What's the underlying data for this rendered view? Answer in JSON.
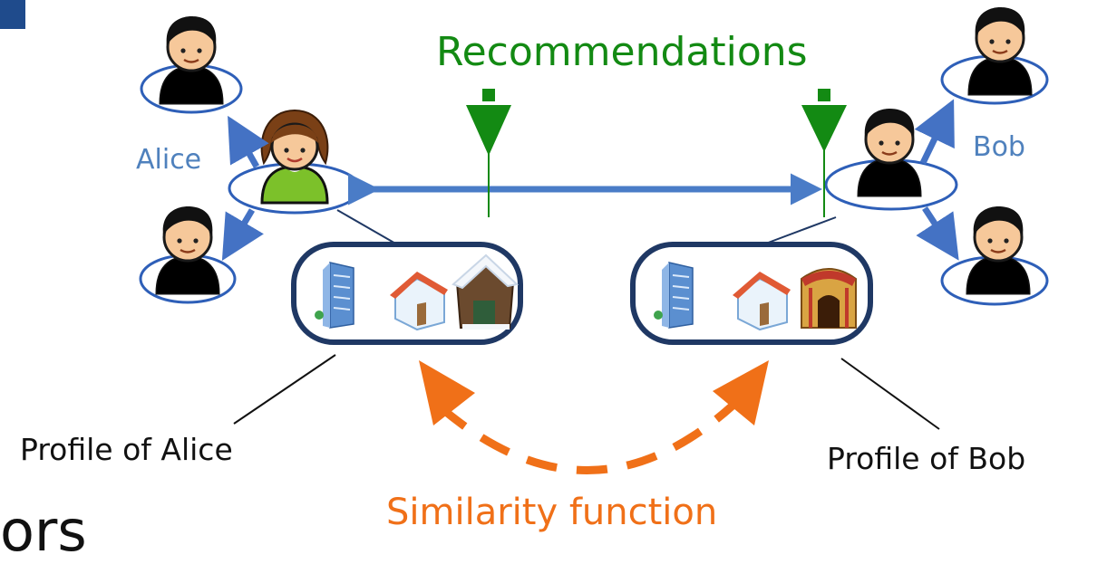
{
  "labels": {
    "recommendations": "Recommendations",
    "alice": "Alice",
    "bob": "Bob",
    "profile_alice": "Profile of Alice",
    "profile_bob": "Profile of Bob",
    "similarity": "Similarity function",
    "cut_off_text": "ors"
  },
  "colors": {
    "user_link": "#4472c4",
    "ellipse": "#2e5fb8",
    "profile_border": "#1f3864",
    "recommend_arrow": "#138a13",
    "similarity_arrow": "#f07018",
    "name_text": "#4f81bd"
  },
  "icons": {
    "users": [
      "user-red-shirt-icon",
      "user-suit-icon",
      "user-red-shirt-icon",
      "user-blue-shirt-icon"
    ],
    "alice_avatar": "user-female-green-icon",
    "bob_avatar": "user-white-shirt-tie-icon",
    "alice_profile_items": [
      "office-building-icon",
      "house-icon",
      "snow-cabin-icon"
    ],
    "bob_profile_items": [
      "office-building-icon",
      "house-icon",
      "circus-tent-icon"
    ]
  }
}
